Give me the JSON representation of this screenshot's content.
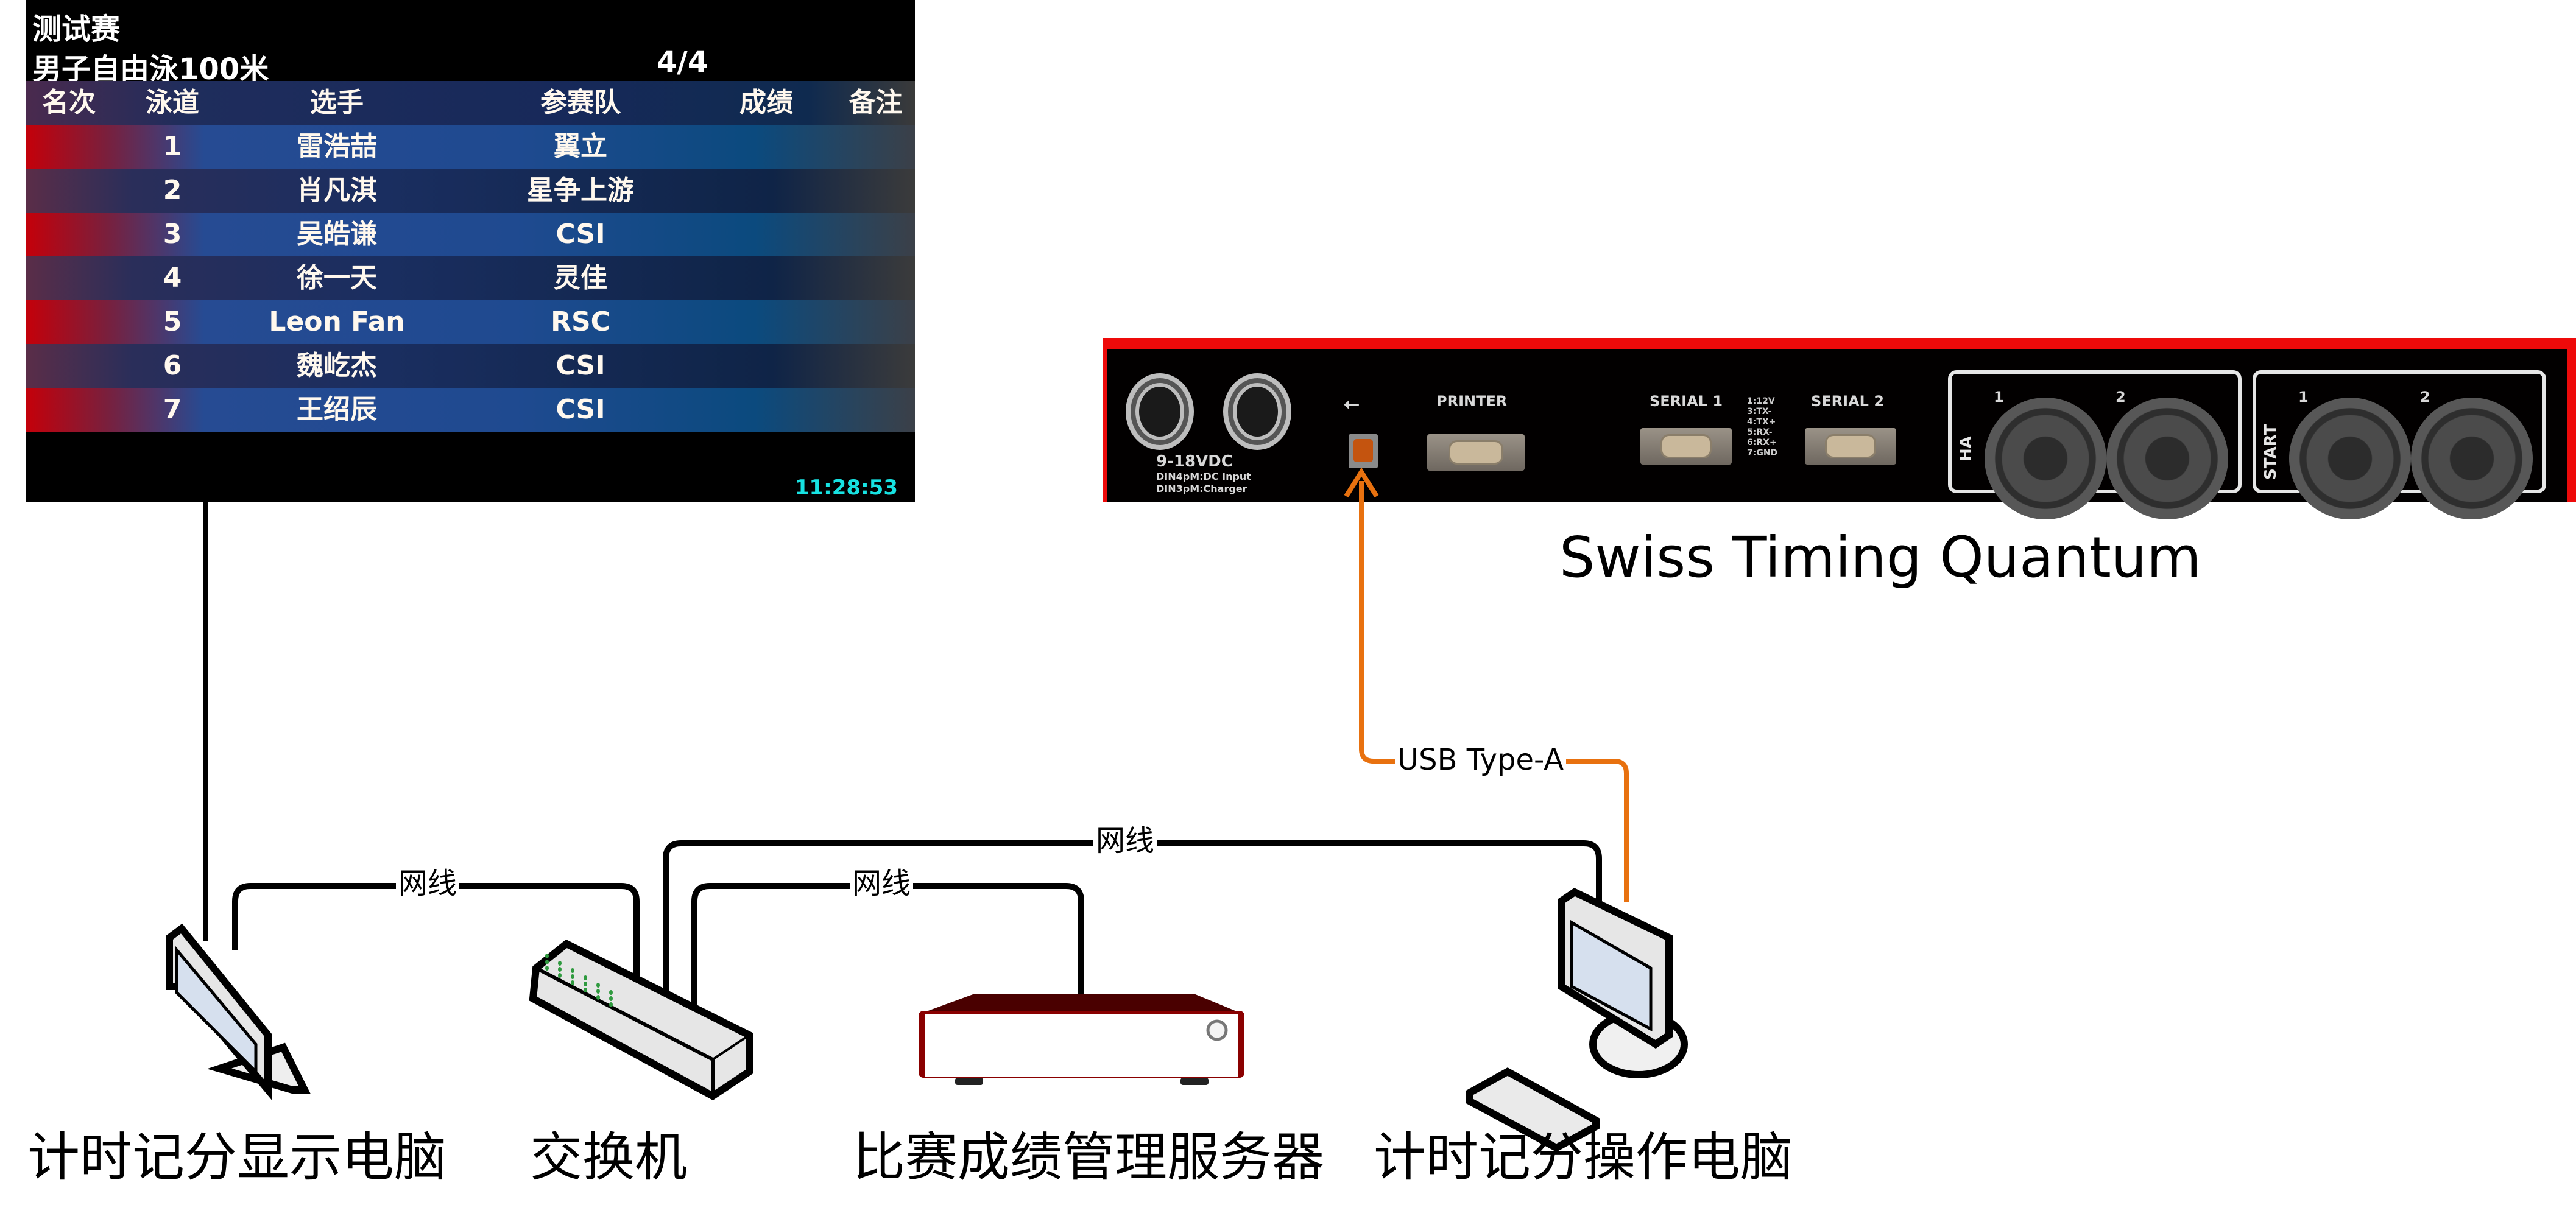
{
  "scoreboard": {
    "title": "测试赛",
    "event": "男子自由泳100米",
    "heat": "4/4",
    "columns": [
      "名次",
      "泳道",
      "选手",
      "参赛队",
      "成绩",
      "备注"
    ],
    "rows": [
      {
        "rank": "",
        "lane": "1",
        "name": "雷浩喆",
        "team": "翼立",
        "result": "",
        "note": ""
      },
      {
        "rank": "",
        "lane": "2",
        "name": "肖凡淇",
        "team": "星争上游",
        "result": "",
        "note": ""
      },
      {
        "rank": "",
        "lane": "3",
        "name": "吴皓谦",
        "team": "CSI",
        "result": "",
        "note": ""
      },
      {
        "rank": "",
        "lane": "4",
        "name": "徐一天",
        "team": "灵佳",
        "result": "",
        "note": ""
      },
      {
        "rank": "",
        "lane": "5",
        "name": "Leon Fan",
        "team": "RSC",
        "result": "",
        "note": ""
      },
      {
        "rank": "",
        "lane": "6",
        "name": "魏屹杰",
        "team": "CSI",
        "result": "",
        "note": ""
      },
      {
        "rank": "",
        "lane": "7",
        "name": "王绍辰",
        "team": "CSI",
        "result": "",
        "note": ""
      }
    ],
    "clock": "11:28:53",
    "clock_color": "#17e2e2"
  },
  "timing_device": {
    "caption": "Swiss Timing Quantum",
    "power_label": "9-18VDC",
    "power_sub1": "DIN4pM:DC Input",
    "power_sub2": "DIN3pM:Charger",
    "usb_symbol": "⭠",
    "printer_label": "PRINTER",
    "serial1_label": "SERIAL 1",
    "serial2_label": "SERIAL 2",
    "serial_pinout": [
      "1:12V",
      "3:TX-",
      "4:TX+",
      "5:RX-",
      "6:RX+",
      "7:GND"
    ],
    "ha_label": "HA",
    "start_label": "START",
    "port_numbers": [
      "1",
      "2"
    ],
    "accent_color": "#ee0a0a"
  },
  "connections": {
    "usb_label": "USB Type-A",
    "usb_color": "#e8710f",
    "network_label": "网线",
    "network_color": "#000000"
  },
  "devices": {
    "display_pc": "计时记分显示电脑",
    "switch": "交换机",
    "server": "比赛成绩管理服务器",
    "operator_pc": "计时记分操作电脑"
  }
}
